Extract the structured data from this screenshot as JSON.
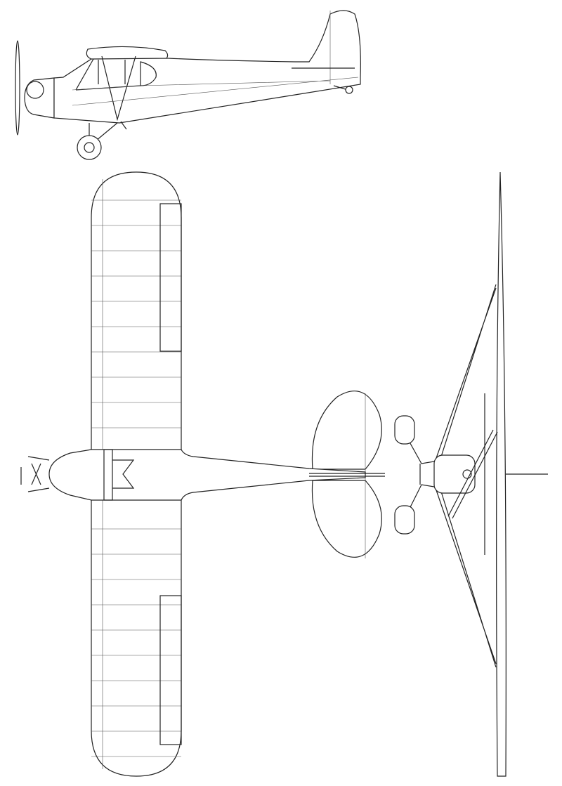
{
  "drawing": {
    "views": [
      "side",
      "top",
      "front"
    ],
    "colors": {
      "line": "#222222",
      "background": "#ffffff"
    }
  }
}
